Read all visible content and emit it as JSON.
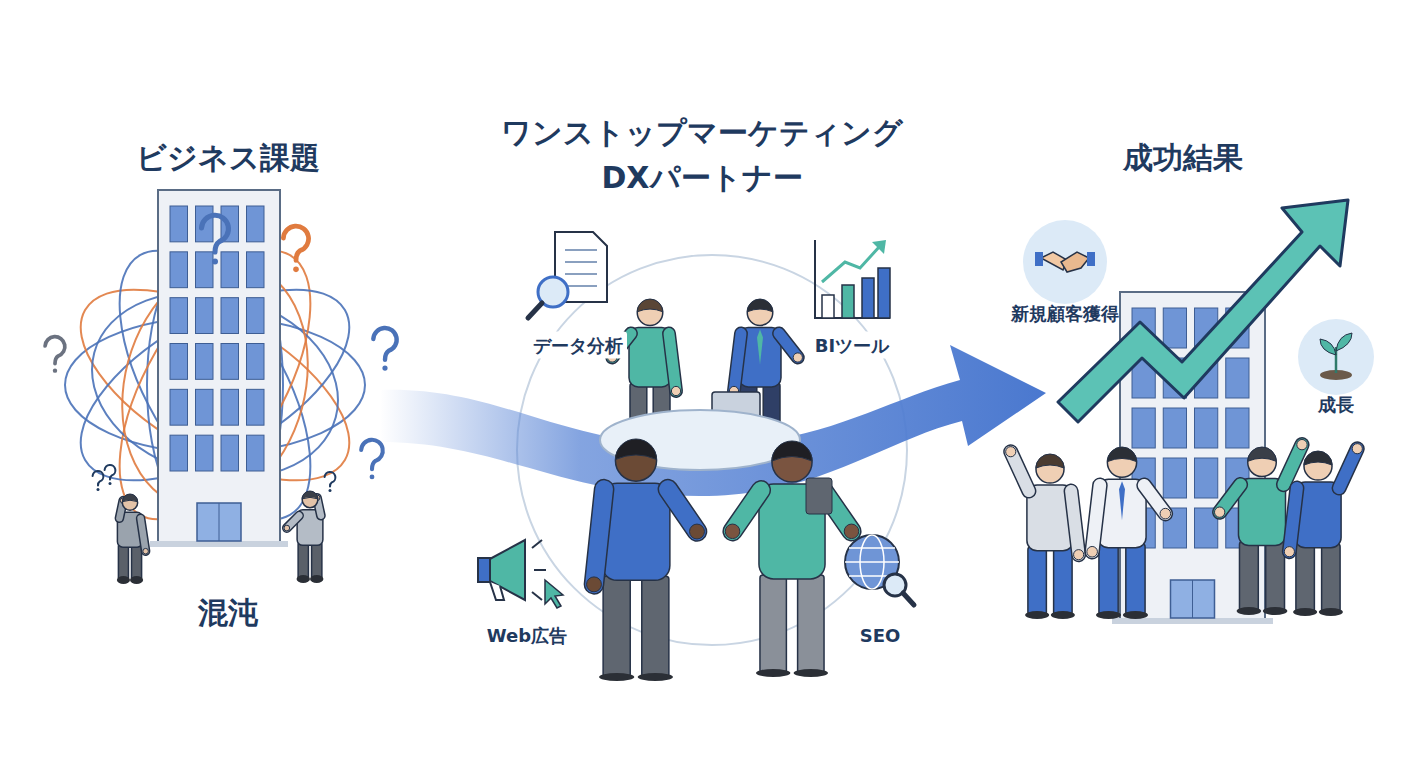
{
  "diagram": {
    "nodes": [
      {
        "text": [
          "新規顧客獲得"
        ]
      },
      {
        "text": [
          "成長"
        ]
      }
    ],
    "edges": [],
    "labels": [
      "ビジネス課題",
      "混沌",
      "ワンストップマーケティング DXパートナー",
      "データ分析",
      "BIツール",
      "Web広告",
      "SEO",
      "成功結果"
    ]
  }
}
